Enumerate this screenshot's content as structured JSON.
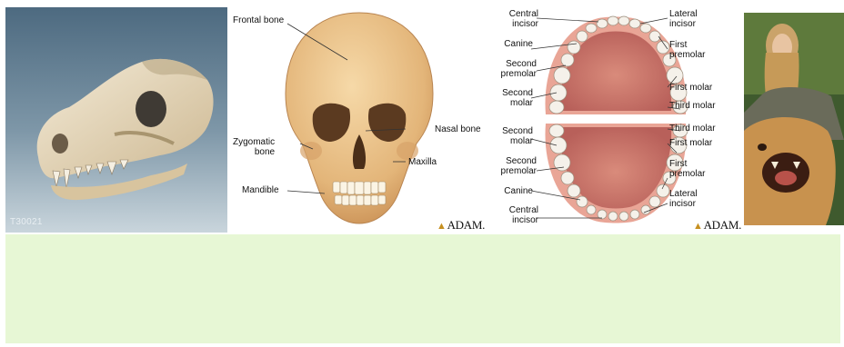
{
  "dog_skull": {
    "specimen_id": "T30021"
  },
  "human_skull": {
    "labels": {
      "frontal_bone": "Frontal bone",
      "nasal_bone": "Nasal bone",
      "zygomatic_line1": "Zygomatic",
      "zygomatic_line2": "bone",
      "maxilla": "Maxilla",
      "mandible": "Mandible"
    },
    "credit": "ADAM."
  },
  "teeth_chart": {
    "upper_left": {
      "central_1": "Central",
      "central_2": "incisor",
      "canine": "Canine",
      "second_premolar_1": "Second",
      "second_premolar_2": "premolar",
      "second_molar_1": "Second",
      "second_molar_2": "molar"
    },
    "upper_right": {
      "lateral_1": "Lateral",
      "lateral_2": "incisor",
      "first_premolar_1": "First",
      "first_premolar_2": "premolar",
      "first_molar": "First molar",
      "third_molar": "Third molar"
    },
    "lower_left": {
      "second_molar_1": "Second",
      "second_molar_2": "molar",
      "second_premolar_1": "Second",
      "second_premolar_2": "premolar",
      "canine": "Canine",
      "central_1": "Central",
      "central_2": "incisor"
    },
    "lower_right": {
      "third_molar": "Third molar",
      "first_molar": "First molar",
      "first_premolar_1": "First",
      "first_premolar_2": "premolar",
      "lateral_1": "Lateral",
      "lateral_2": "incisor"
    },
    "credit": "ADAM."
  },
  "colors": {
    "bottom_area": "#e7f7d5",
    "bone": "#e8c08a",
    "gum": "#c9786a"
  }
}
